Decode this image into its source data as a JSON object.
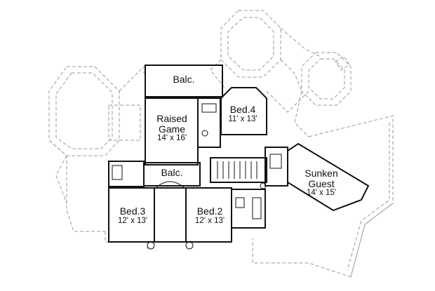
{
  "plan": {
    "rooms": {
      "balc_top": {
        "name": "Balc."
      },
      "raised_game": {
        "name_line1": "Raised",
        "name_line2": "Game",
        "size": "14' x 16'"
      },
      "bed4": {
        "name": "Bed.4",
        "size": "11' x 13'"
      },
      "balc_mid": {
        "name": "Balc."
      },
      "sunken_guest": {
        "name_line1": "Sunken",
        "name_line2": "Guest",
        "size": "14' x 15'"
      },
      "bed3": {
        "name": "Bed.3",
        "size": "12' x 13'"
      },
      "bed2": {
        "name": "Bed.2",
        "size": "12' x 13'"
      }
    },
    "colors": {
      "wall": "#111111",
      "roof_dashed": "#9a9a9a",
      "background": "#ffffff"
    }
  }
}
